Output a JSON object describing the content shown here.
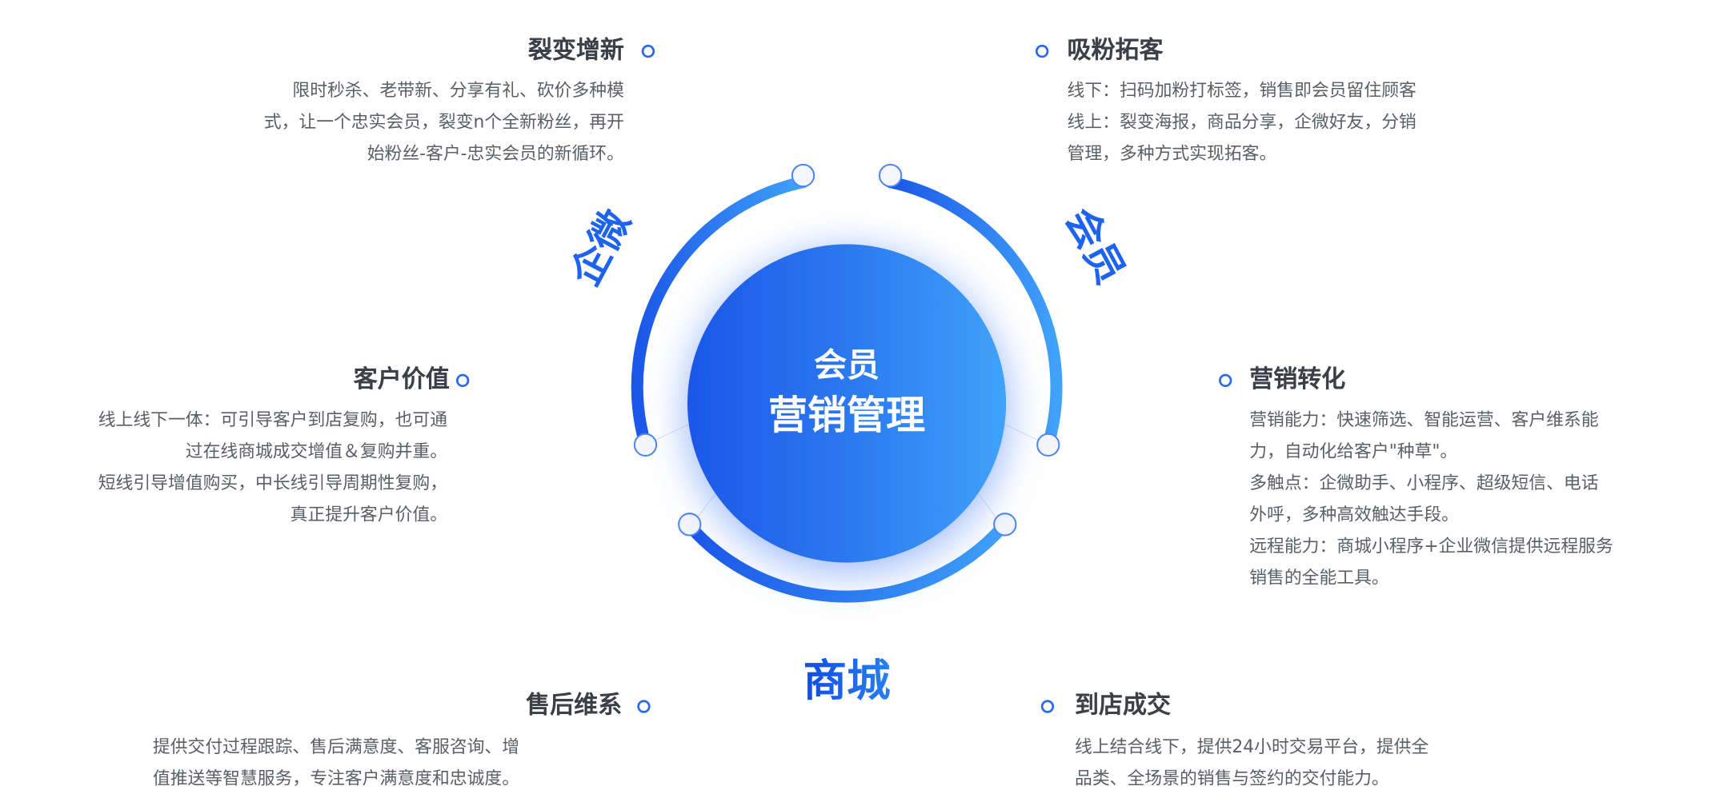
{
  "center": {
    "line1": "会员",
    "line2": "营销管理"
  },
  "ring_labels": {
    "top_left": "企微",
    "top_right": "会员",
    "bottom": "商城"
  },
  "colors": {
    "accent": "#1d63ee",
    "accent_light": "#40a2f9",
    "title": "#3b3f48",
    "text": "#5a5e66"
  },
  "blocks": [
    {
      "title": "裂变增新",
      "lines": [
        "限时秒杀、老带新、分享有礼、砍价多种模",
        "式，让一个忠实会员，裂变n个全新粉丝，再开",
        "始粉丝-客户-忠实会员的新循环。"
      ]
    },
    {
      "title": "吸粉拓客",
      "lines": [
        "线下：扫码加粉打标签，销售即会员留住顾客",
        "线上：裂变海报，商品分享，企微好友，分销",
        "管理，多种方式实现拓客。"
      ]
    },
    {
      "title": "客户价值",
      "lines": [
        "线上线下一体：可引导客户到店复购，也可通",
        "过在线商城成交增值＆复购并重。",
        "短线引导增值购买，中长线引导周期性复购，",
        "真正提升客户价值。"
      ]
    },
    {
      "title": "营销转化",
      "lines": [
        "营销能力：快速筛选、智能运营、客户维系能",
        "力，自动化给客户\"种草\"。",
        "多触点：企微助手、小程序、超级短信、电话",
        "外呼，多种高效触达手段。",
        "远程能力：商城小程序+企业微信提供远程服务",
        "销售的全能工具。"
      ]
    },
    {
      "title": "售后维系",
      "lines": [
        "提供交付过程跟踪、售后满意度、客服咨询、增",
        "值推送等智慧服务，专注客户满意度和忠诚度。"
      ]
    },
    {
      "title": "到店成交",
      "lines": [
        "线上结合线下，提供24小时交易平台，提供全",
        "品类、全场景的销售与签约的交付能力。"
      ]
    }
  ]
}
